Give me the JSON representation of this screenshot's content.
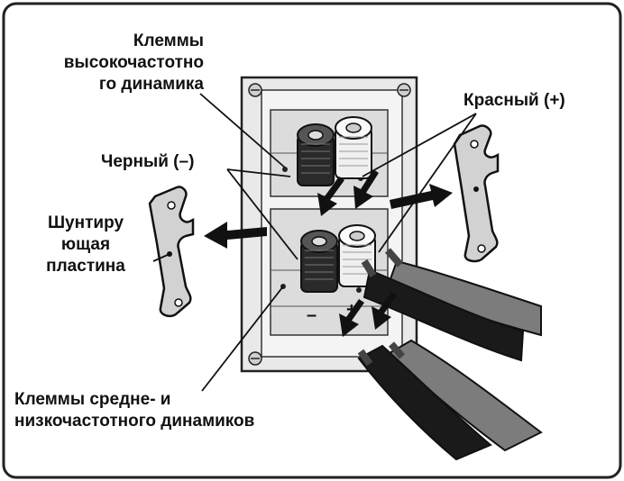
{
  "labels": {
    "tweeter_terminals": [
      "Клеммы",
      "высокочастотно",
      "го динамика"
    ],
    "red_plus": "Красный (+)",
    "black_minus": "Черный (–)",
    "jumper_plate": [
      "Шунтиру",
      "ющая",
      "пластина"
    ],
    "mid_low_terminals": [
      "Клеммы средне- и",
      "низкочастотного динамиков"
    ],
    "polarity_minus": "–",
    "polarity_plus": "+"
  },
  "colors": {
    "ink": "#111111",
    "panel": "#e9e9e9",
    "plate": "#d2d2d2",
    "cable_grey": "#7c7c7c",
    "cable_black": "#1a1a1a"
  }
}
